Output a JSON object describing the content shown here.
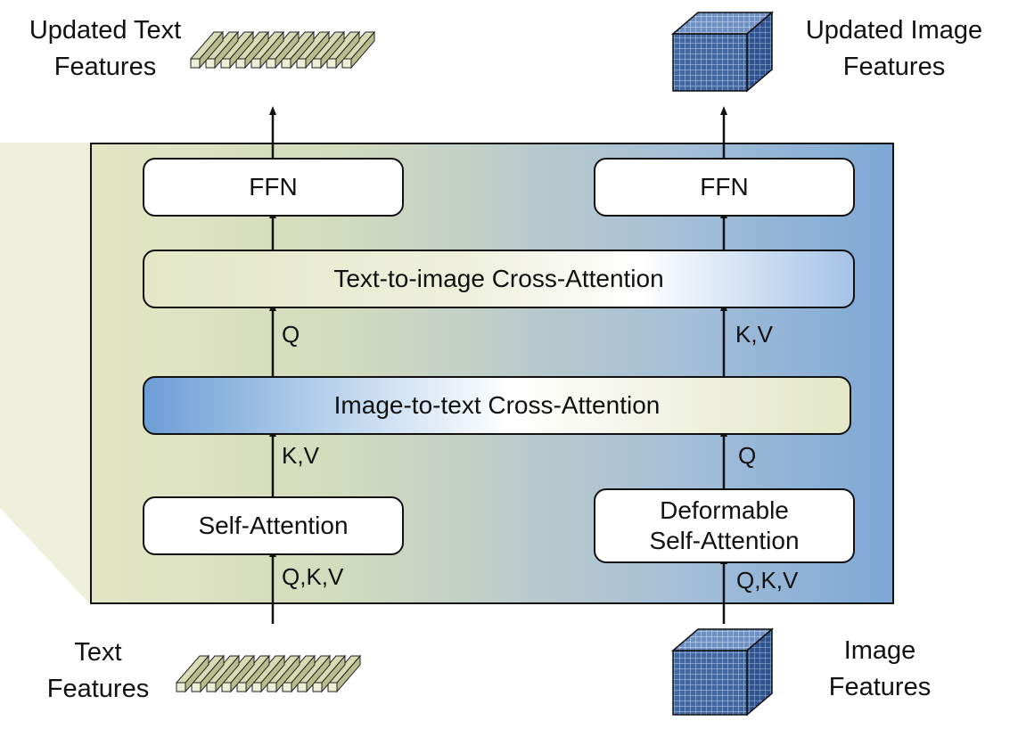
{
  "labels": {
    "updated_text_features": [
      "Updated Text",
      "Features"
    ],
    "updated_image_features": [
      "Updated Image",
      "Features"
    ],
    "text_features": [
      "Text",
      "Features"
    ],
    "image_features": [
      "Image",
      "Features"
    ]
  },
  "blocks": {
    "ffn_left": "FFN",
    "ffn_right": "FFN",
    "text_to_image": "Text-to-image Cross-Attention",
    "image_to_text": "Image-to-text Cross-Attention",
    "self_attention": "Self-Attention",
    "deformable": [
      "Deformable",
      "Self-Attention"
    ]
  },
  "arrow_tags": {
    "left_q": "Q",
    "right_kv": "K,V",
    "left_kv": "K,V",
    "right_q": "Q",
    "left_qkv": "Q,K,V",
    "right_qkv": "Q,K,V"
  },
  "colors": {
    "text_feature": "#d8dbb4",
    "image_feature": "#3f67a3",
    "panel_left": "#e3e6c5",
    "panel_right": "#7ea8d6",
    "border": "#111111"
  }
}
